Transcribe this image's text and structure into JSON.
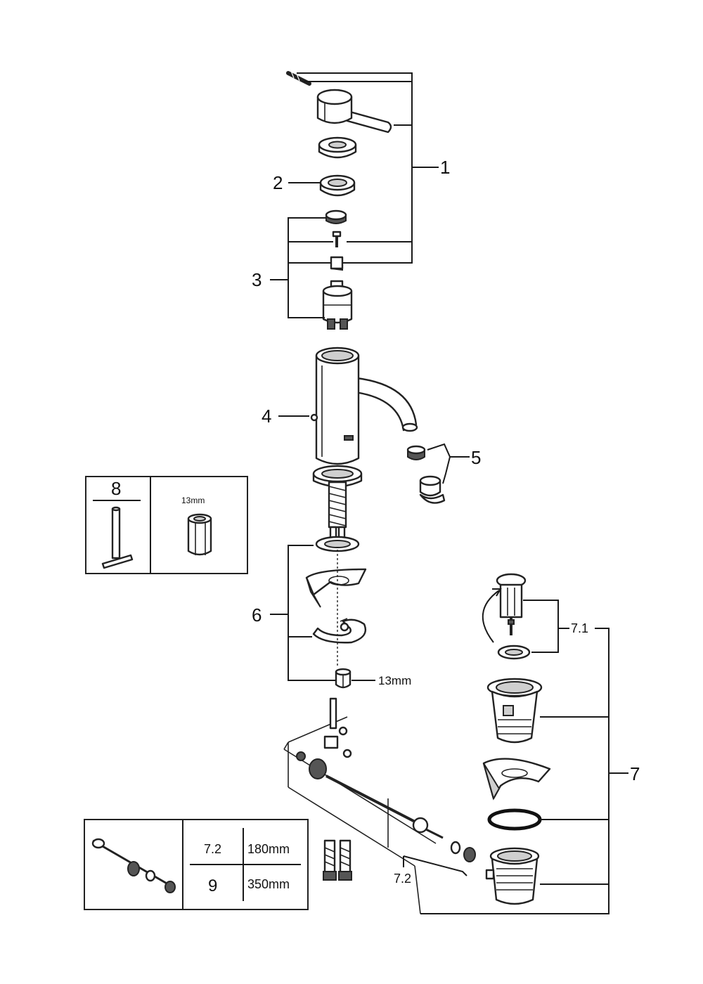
{
  "callouts": {
    "c1": "1",
    "c2": "2",
    "c3": "3",
    "c4": "4",
    "c5": "5",
    "c6": "6",
    "c7": "7",
    "c7_1": "7.1",
    "c7_2": "7.2",
    "c8": "8"
  },
  "dimensions": {
    "nut_13mm": "13mm",
    "tool_13mm": "13mm"
  },
  "rod_table": {
    "rows": [
      {
        "ref": "7.2",
        "length": "180mm"
      },
      {
        "ref": "9",
        "length": "350mm"
      }
    ]
  }
}
